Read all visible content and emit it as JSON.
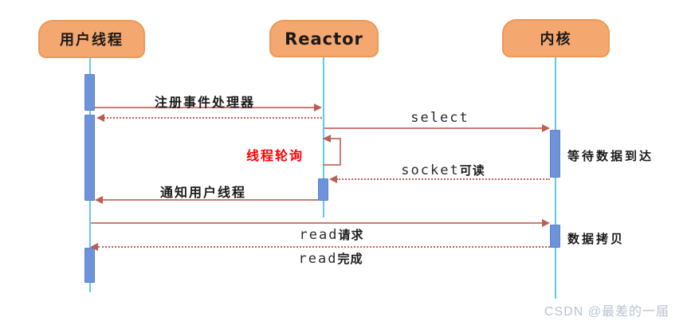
{
  "actors": [
    {
      "name": "用户线程"
    },
    {
      "name": "Reactor"
    },
    {
      "name": "内核"
    }
  ],
  "messages": {
    "register": "注册事件处理器",
    "select": "select",
    "thread_polling": "线程轮询",
    "socket_readable": {
      "mono": "socket",
      "cjk": "可读"
    },
    "notify_user_thread": "通知用户线程",
    "read_request": {
      "mono": "read",
      "cjk": "请求"
    },
    "read_complete": {
      "mono": "read",
      "cjk": "完成"
    }
  },
  "activities": {
    "wait_for_data": "等待数据到达",
    "data_copy": "数据拷贝"
  },
  "watermark": "CSDN @最差的一届",
  "colors": {
    "actor_fill": "#f4a76e",
    "actor_border": "#ea9a57",
    "lifeline": "#5fcaf0",
    "activation": "#6d94da",
    "arrow_solid": "#cb7b72",
    "arrow_dotted": "#c75f53",
    "highlight_text": "#ff0000",
    "watermark_text": "#b9c3cd"
  }
}
